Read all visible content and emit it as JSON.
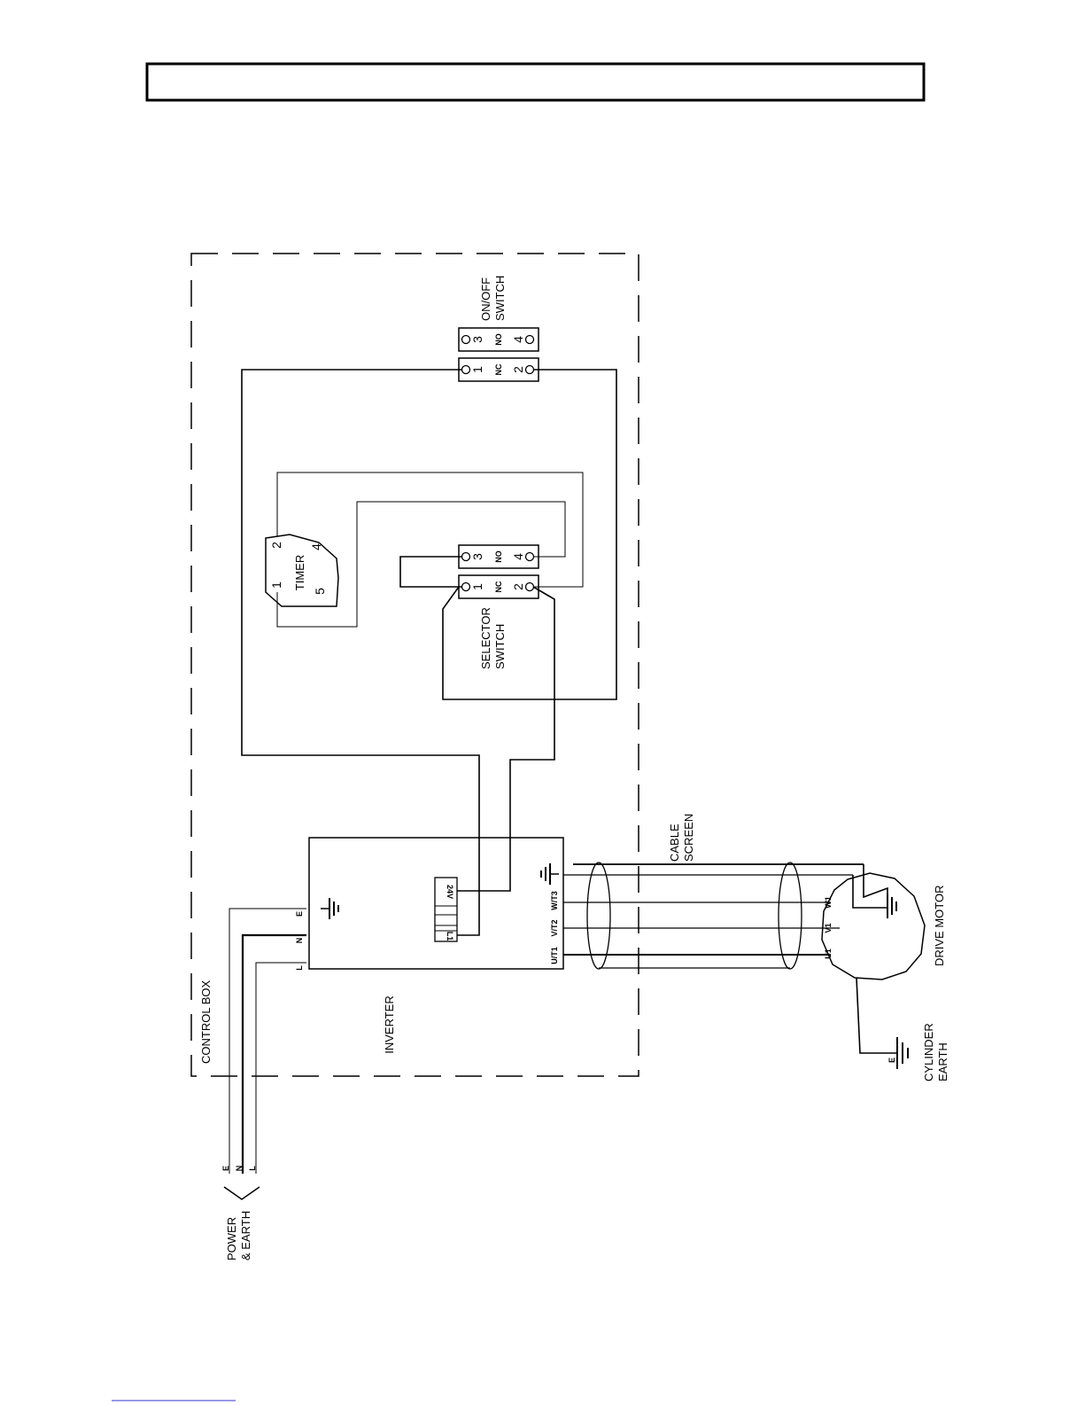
{
  "header": {
    "title": ""
  },
  "labels": {
    "control_box": "CONTROL BOX",
    "inverter": "INVERTER",
    "on_off_switch": [
      "ON/OFF",
      "SWITCH"
    ],
    "selector_switch": [
      "SELECTOR",
      "SWITCH"
    ],
    "timer": "TIMER",
    "cable_screen": [
      "CABLE",
      "SCREEN"
    ],
    "drive_motor": "DRIVE MOTOR",
    "cylinder_earth": [
      "CYLINDER",
      "EARTH"
    ],
    "power_earth": [
      "POWER",
      "& EARTH"
    ]
  },
  "terminals": {
    "switch_numbers": [
      "1",
      "2",
      "3",
      "4"
    ],
    "nc": "NC",
    "no": "NO",
    "timer_pins": [
      "1",
      "2",
      "4",
      "5"
    ],
    "inverter_input": [
      "L",
      "N",
      "E"
    ],
    "inverter_output": [
      "U/T1",
      "V/T2",
      "W/T3"
    ],
    "inverter_control": [
      "24V",
      "L1"
    ],
    "motor": [
      "U1",
      "V1",
      "W1"
    ],
    "power": [
      "E",
      "N",
      "L"
    ],
    "earth": "E"
  },
  "footer": {
    "link_text": ""
  }
}
